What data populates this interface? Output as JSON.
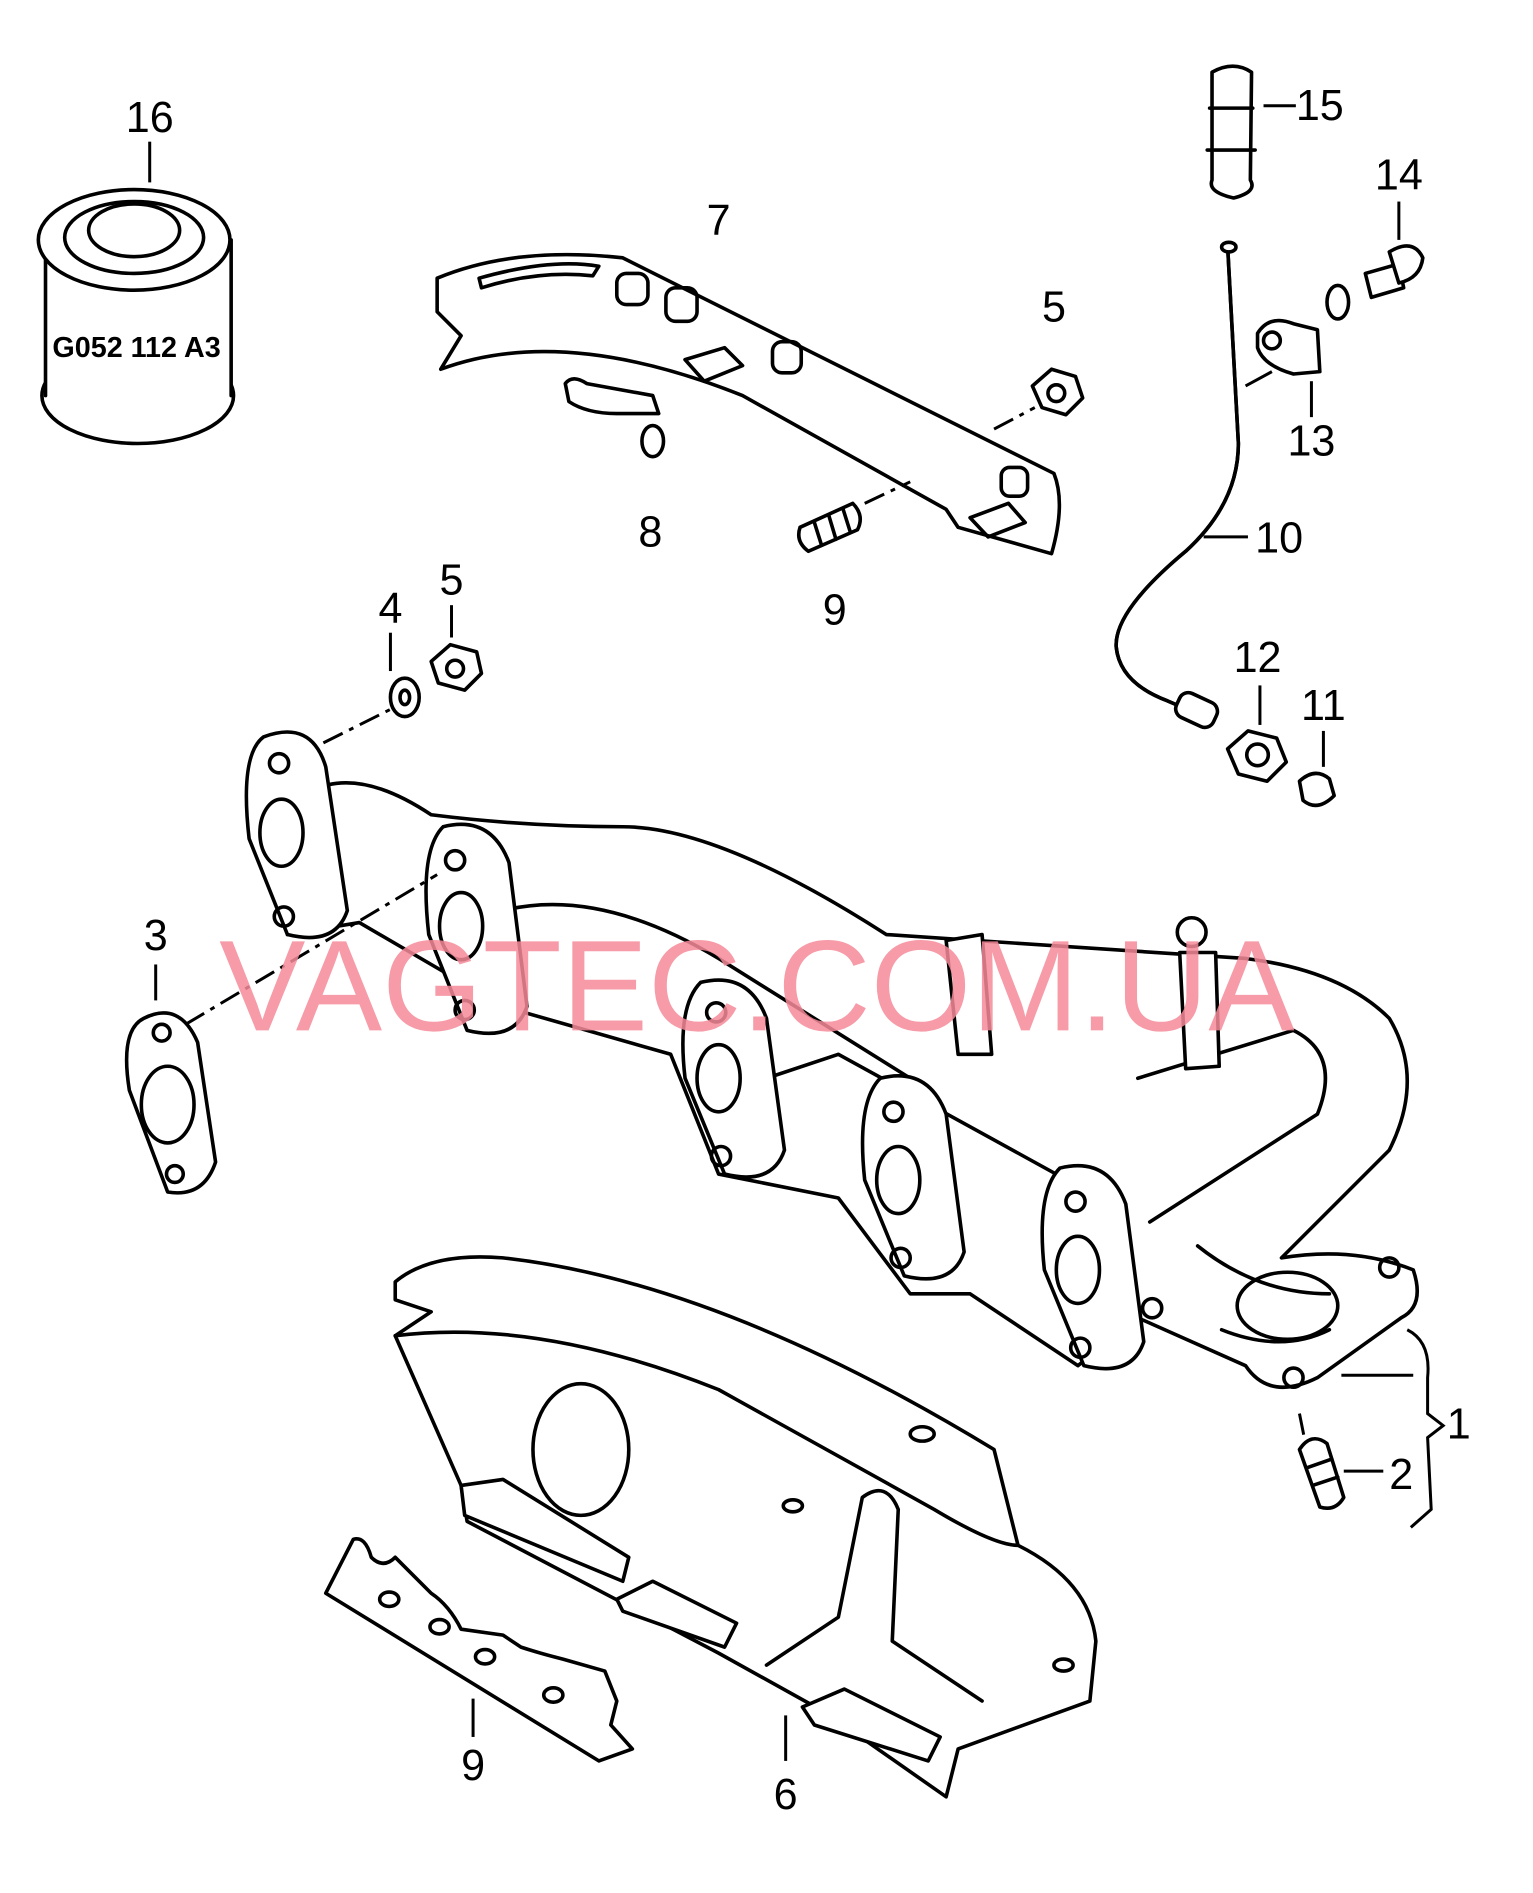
{
  "diagram": {
    "canister_marking": "G052 112  A3",
    "watermark": "VAGTEC.COM.UA",
    "callouts": [
      {
        "id": "16",
        "text": "16"
      },
      {
        "id": "7",
        "text": "7"
      },
      {
        "id": "5a",
        "text": "5"
      },
      {
        "id": "8",
        "text": "8"
      },
      {
        "id": "9a",
        "text": "9"
      },
      {
        "id": "15",
        "text": "15"
      },
      {
        "id": "14",
        "text": "14"
      },
      {
        "id": "13",
        "text": "13"
      },
      {
        "id": "10",
        "text": "10"
      },
      {
        "id": "12",
        "text": "12"
      },
      {
        "id": "11",
        "text": "11"
      },
      {
        "id": "4",
        "text": "4"
      },
      {
        "id": "5b",
        "text": "5"
      },
      {
        "id": "3",
        "text": "3"
      },
      {
        "id": "1",
        "text": "1"
      },
      {
        "id": "2",
        "text": "2"
      },
      {
        "id": "9b",
        "text": "9"
      },
      {
        "id": "6",
        "text": "6"
      }
    ]
  }
}
